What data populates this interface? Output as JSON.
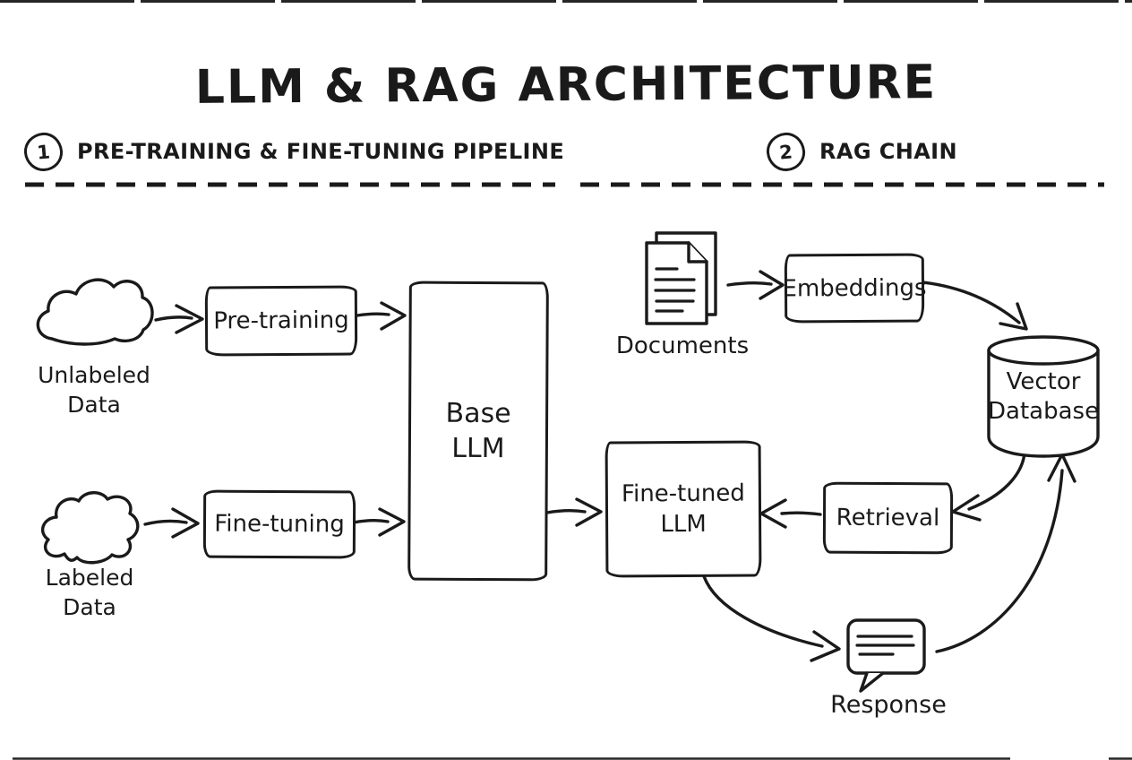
{
  "title": "LLM & RAG ARCHITECTURE",
  "sections": [
    {
      "number": "1",
      "label": "PRE-TRAINING & FINE-TUNING PIPELINE"
    },
    {
      "number": "2",
      "label": "RAG CHAIN"
    }
  ],
  "nodes": {
    "unlabeled_data": {
      "line1": "Unlabeled",
      "line2": "Data"
    },
    "pre_training": {
      "label": "Pre-training"
    },
    "base_llm": {
      "line1": "Base",
      "line2": "LLM"
    },
    "labeled_data": {
      "line1": "Labeled",
      "line2": "Data"
    },
    "fine_tuning": {
      "label": "Fine-tuning"
    },
    "fine_tuned_llm": {
      "line1": "Fine-tuned",
      "line2": "LLM"
    },
    "documents": {
      "label": "Documents"
    },
    "embeddings": {
      "label": "Embeddings"
    },
    "vector_database": {
      "line1": "Vector",
      "line2": "Database"
    },
    "retrieval": {
      "label": "Retrieval"
    },
    "response": {
      "label": "Response"
    }
  },
  "colors": {
    "ink": "#1a1a1a",
    "background": "#ffffff"
  }
}
